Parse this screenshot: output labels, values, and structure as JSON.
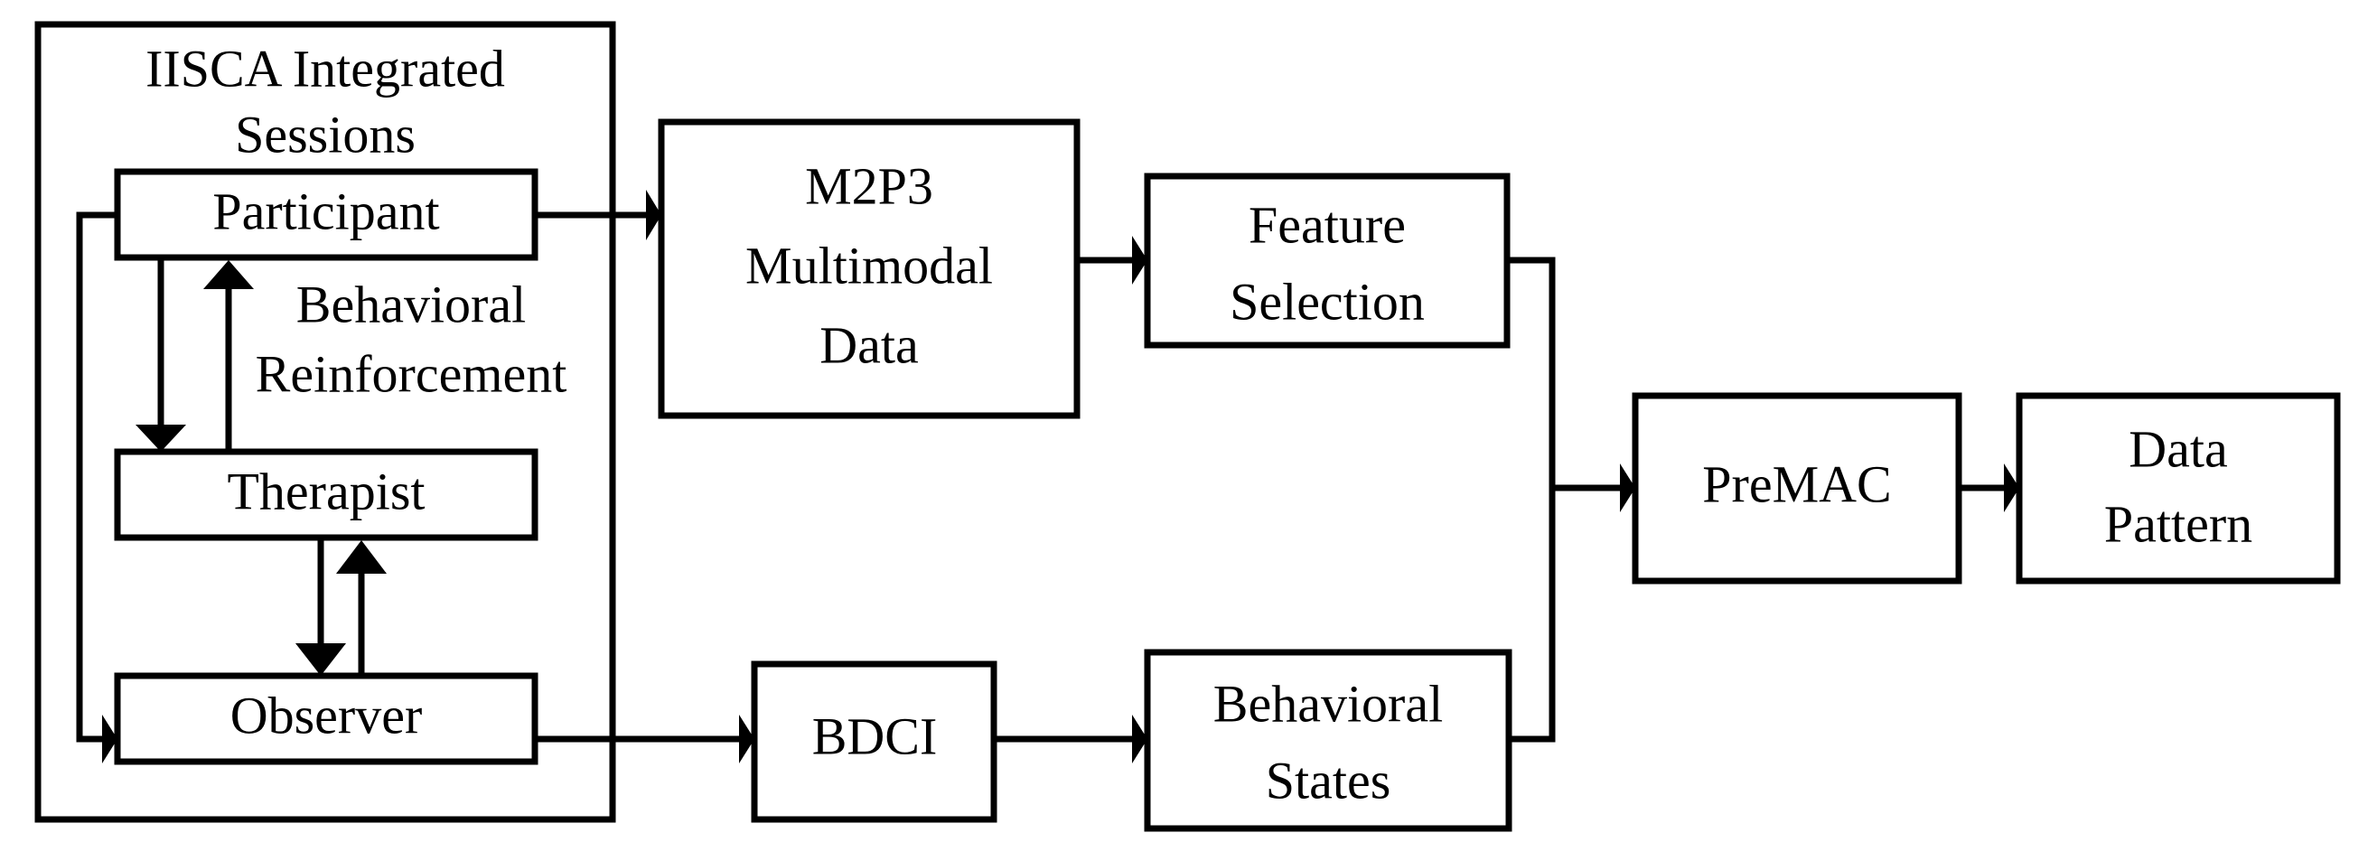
{
  "diagram": {
    "type": "flowchart",
    "title": "IISCA Integrated Sessions multimodal behavioral data pipeline",
    "group": {
      "name": "iisca-integrated-sessions",
      "label_line1": "IISCA Integrated",
      "label_line2": "Sessions"
    },
    "inner_label": {
      "line1": "Behavioral",
      "line2": "Reinforcement"
    },
    "nodes": [
      {
        "id": "participant",
        "lines": [
          "Participant"
        ]
      },
      {
        "id": "therapist",
        "lines": [
          "Therapist"
        ]
      },
      {
        "id": "observer",
        "lines": [
          "Observer"
        ]
      },
      {
        "id": "m2p3",
        "lines": [
          "M2P3",
          "Multimodal",
          "Data"
        ]
      },
      {
        "id": "feature_selection",
        "lines": [
          "Feature",
          "Selection"
        ]
      },
      {
        "id": "bdci",
        "lines": [
          "BDCI"
        ]
      },
      {
        "id": "behavioral_states",
        "lines": [
          "Behavioral",
          "States"
        ]
      },
      {
        "id": "premac",
        "lines": [
          "PreMAC"
        ]
      },
      {
        "id": "data_pattern",
        "lines": [
          "Data",
          "Pattern"
        ]
      }
    ],
    "edges": [
      {
        "from": "participant",
        "to": "m2p3",
        "label": ""
      },
      {
        "from": "m2p3",
        "to": "feature_selection",
        "label": ""
      },
      {
        "from": "feature_selection",
        "to": "premac",
        "label": ""
      },
      {
        "from": "premac",
        "to": "data_pattern",
        "label": ""
      },
      {
        "from": "observer",
        "to": "bdci",
        "label": ""
      },
      {
        "from": "bdci",
        "to": "behavioral_states",
        "label": ""
      },
      {
        "from": "behavioral_states",
        "to": "premac",
        "label": ""
      },
      {
        "from": "participant",
        "to": "therapist",
        "label": "Behavioral Reinforcement"
      },
      {
        "from": "therapist",
        "to": "participant",
        "label": "Behavioral Reinforcement"
      },
      {
        "from": "therapist",
        "to": "observer",
        "label": ""
      },
      {
        "from": "observer",
        "to": "therapist",
        "label": ""
      },
      {
        "from": "participant",
        "to": "observer",
        "label": ""
      }
    ],
    "colors": {
      "stroke": "#000000",
      "fill": "#ffffff",
      "background": "#ffffff"
    }
  }
}
